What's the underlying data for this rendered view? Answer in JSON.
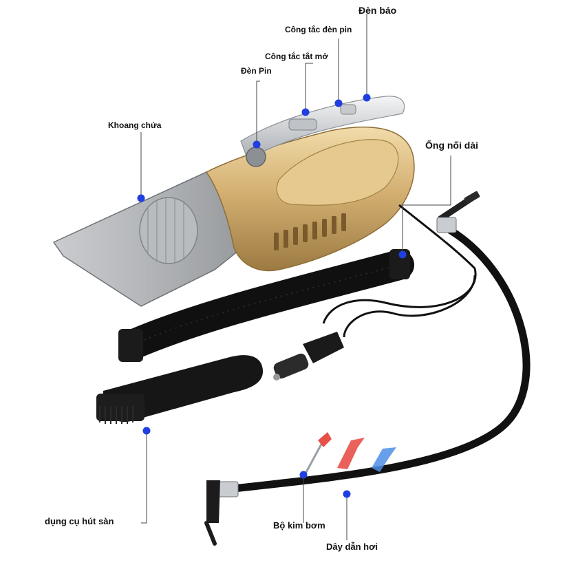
{
  "labels": {
    "den_bao": "Đèn báo",
    "cong_tac_den_pin": "Công tắc đèn pin",
    "cong_tac_tat_mo": "Công tắc tắt mở",
    "den_pin": "Đèn Pin",
    "khoang_chua": "Khoang chứa",
    "ong_noi_dai": "Ống nối dài",
    "dung_cu_hut_san": "dụng cụ hút sàn",
    "bo_kim_bom": "Bộ kim bơm",
    "day_dan_hoi": "Dây dẫn hơi"
  },
  "colors": {
    "marker": "#1f3fe0",
    "leader": "#444444",
    "gold": "#c9a25e",
    "silver": "#d7d9dc",
    "hose": "#141414",
    "needle_red": "#e8504a",
    "needle_blue": "#4c8ee6"
  }
}
